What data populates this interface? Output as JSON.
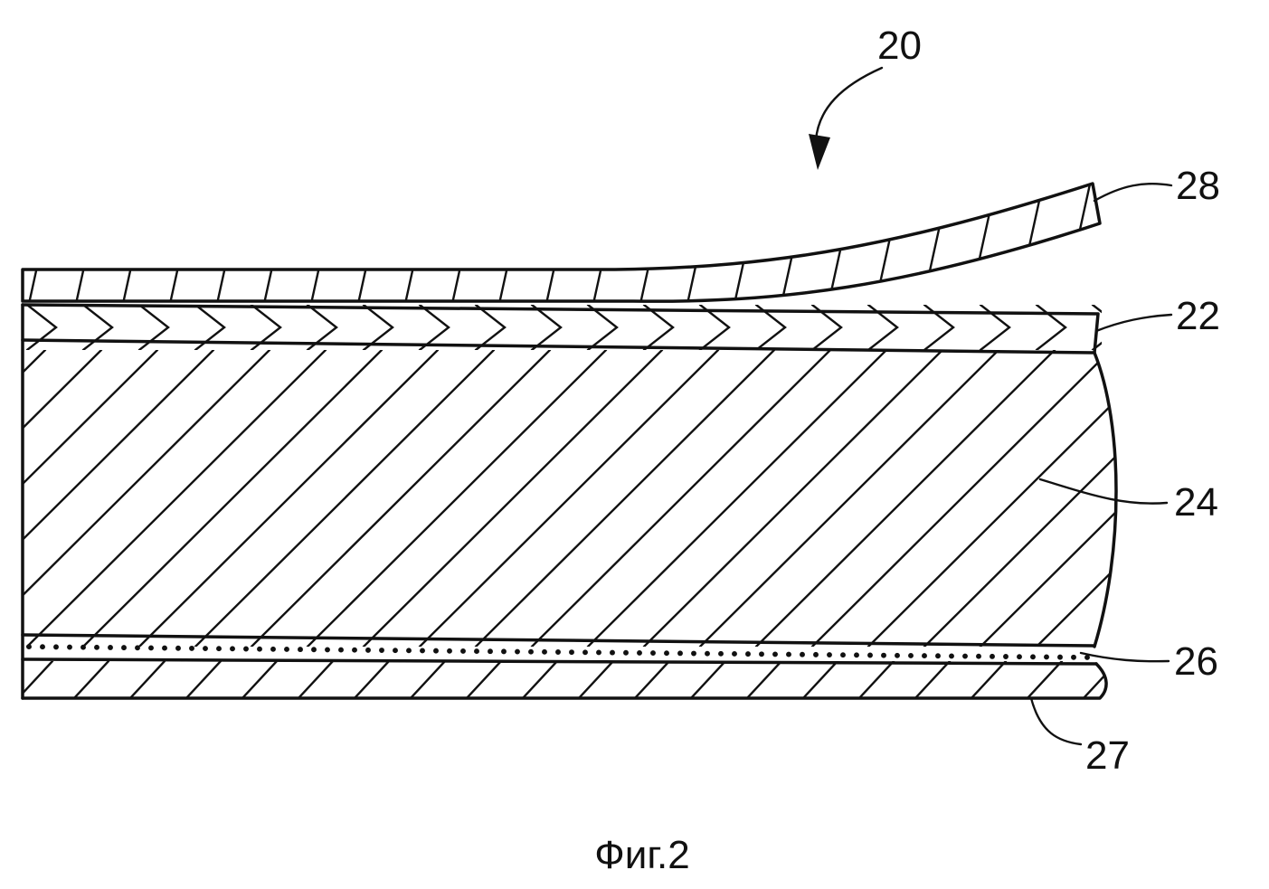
{
  "figure": {
    "caption": "Фиг.2",
    "labels": {
      "assembly": "20",
      "layer_22": "22",
      "layer_24": "24",
      "layer_26": "26",
      "layer_27": "27",
      "layer_28": "28"
    }
  }
}
